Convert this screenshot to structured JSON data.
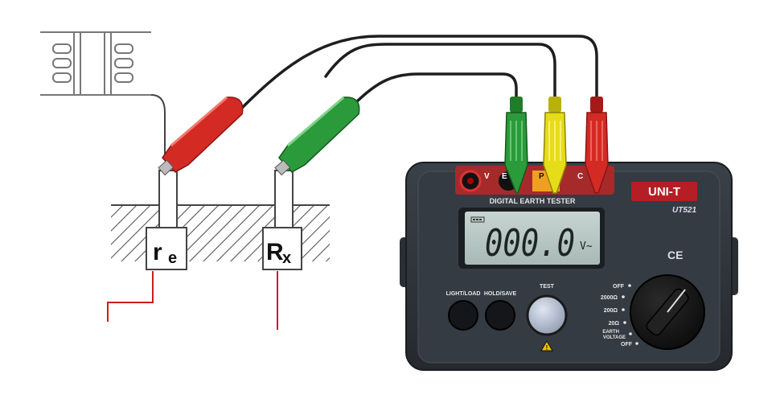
{
  "diagram": {
    "electrodes": {
      "re_label": "r",
      "re_subscript": "e",
      "rx_label": "R",
      "rx_subscript": "x"
    }
  },
  "device": {
    "brand": "UNI-T",
    "model": "UT521",
    "title": "DIGITAL EARTH TESTER",
    "ce_mark": "CE",
    "display": {
      "reading": "000.0",
      "unit": "V~"
    },
    "terminals": [
      {
        "label": "V",
        "color": "#1a1a1a"
      },
      {
        "label": "E",
        "color": "#2e9b2f"
      },
      {
        "label": "P",
        "color": "#e8d219"
      },
      {
        "label": "C",
        "color": "#d4211f"
      }
    ],
    "buttons": {
      "light_load": "LIGHT/LOAD",
      "hold_save": "HOLD/SAVE",
      "test": "TEST"
    },
    "dial_positions": [
      "OFF",
      "2000Ω",
      "200Ω",
      "20Ω",
      "EARTH",
      "VOLTAGE",
      "OFF"
    ]
  },
  "colors": {
    "body": "#2f343a",
    "panel": "#3a4047",
    "lcd": "#b9c8c4",
    "red_clip": "#d42a24",
    "green_clip": "#2a9a3a",
    "yellow_plug": "#e6dc1a",
    "wire": "#1e1e1e"
  }
}
